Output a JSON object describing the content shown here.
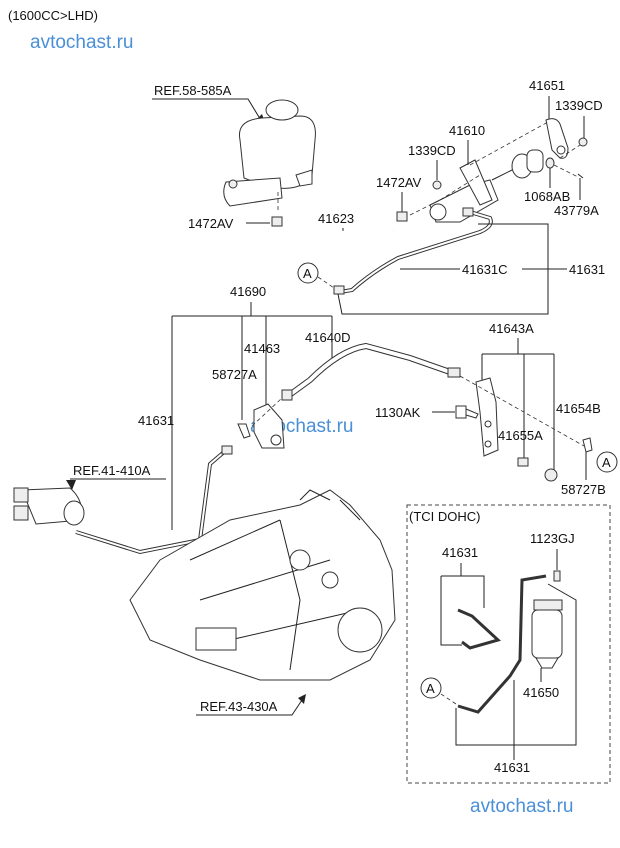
{
  "header": {
    "variant": "(1600CC>LHD)"
  },
  "watermarks": [
    "avtochast.ru",
    "avtochast.ru",
    "avtochast.ru"
  ],
  "references": {
    "reservoir": "REF.58-585A",
    "release_cylinder": "REF.41-410A",
    "transaxle": "REF.43-430A"
  },
  "callouts": {
    "p41651": "41651",
    "p1339cd_right": "1339CD",
    "p41610": "41610",
    "p1339cd_left": "1339CD",
    "p1472av_upper": "1472AV",
    "p1068ab": "1068AB",
    "p43779a": "43779A",
    "p1472av_left": "1472AV",
    "p41623": "41623",
    "p41631c": "41631C",
    "p41631_right": "41631",
    "p41690": "41690",
    "p41640d": "41640D",
    "p41463": "41463",
    "p58727a": "58727A",
    "p41631_left": "41631",
    "p41643a": "41643A",
    "p41654b": "41654B",
    "p1130ak": "1130AK",
    "p41655a": "41655A",
    "p58727b": "58727B"
  },
  "markers": {
    "a1": "A",
    "a2": "A",
    "a3": "A"
  },
  "inset": {
    "title": "(TCI DOHC)",
    "p41631_top": "41631",
    "p1123gj": "1123GJ",
    "p41650": "41650",
    "p41631_bottom": "41631"
  }
}
